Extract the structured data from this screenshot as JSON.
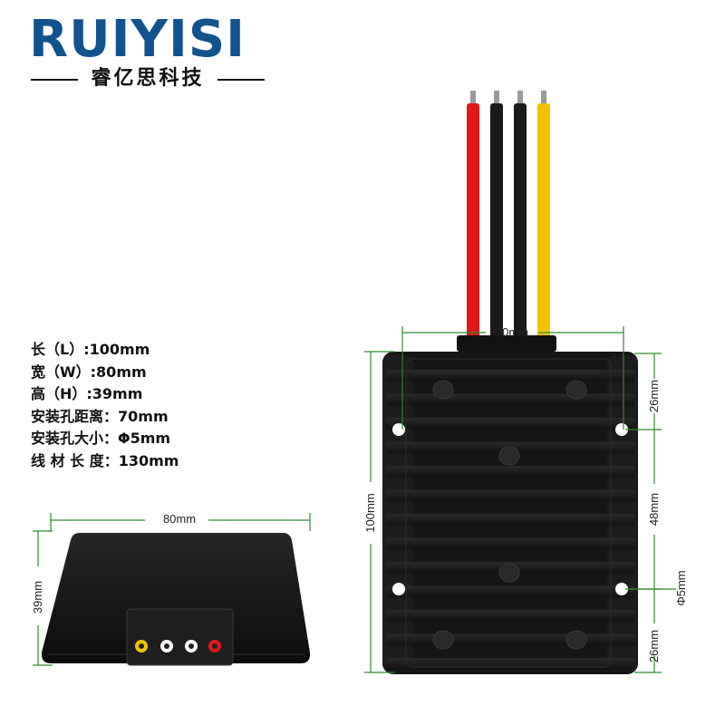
{
  "brand": {
    "logo_text": "RUIYISI",
    "subtitle": "睿亿思科技",
    "brand_color": "#11538f"
  },
  "specs": [
    "长（L）:100mm",
    "宽（W）:80mm",
    "高（H）:39mm",
    "安装孔距离：70mm",
    "安装孔大小：Φ5mm",
    "线 材 长 度：130mm"
  ],
  "front_view": {
    "width_label": "80mm",
    "height_label": "39mm",
    "terminal_colors": [
      "#f2c400",
      "#ffffff",
      "#ffffff",
      "#e01818"
    ]
  },
  "top_view": {
    "hole_spacing_label": "70mm",
    "length_label": "100mm",
    "top_offset_label": "26mm",
    "middle_label": "48mm",
    "bottom_offset_label": "26mm",
    "hole_diameter_label": "Φ5mm",
    "wire_colors": [
      "#e01818",
      "#1a1a1a",
      "#1a1a1a",
      "#f2c400"
    ]
  },
  "colors": {
    "dimension_line": "#2f8a2f",
    "housing": "#151515"
  }
}
